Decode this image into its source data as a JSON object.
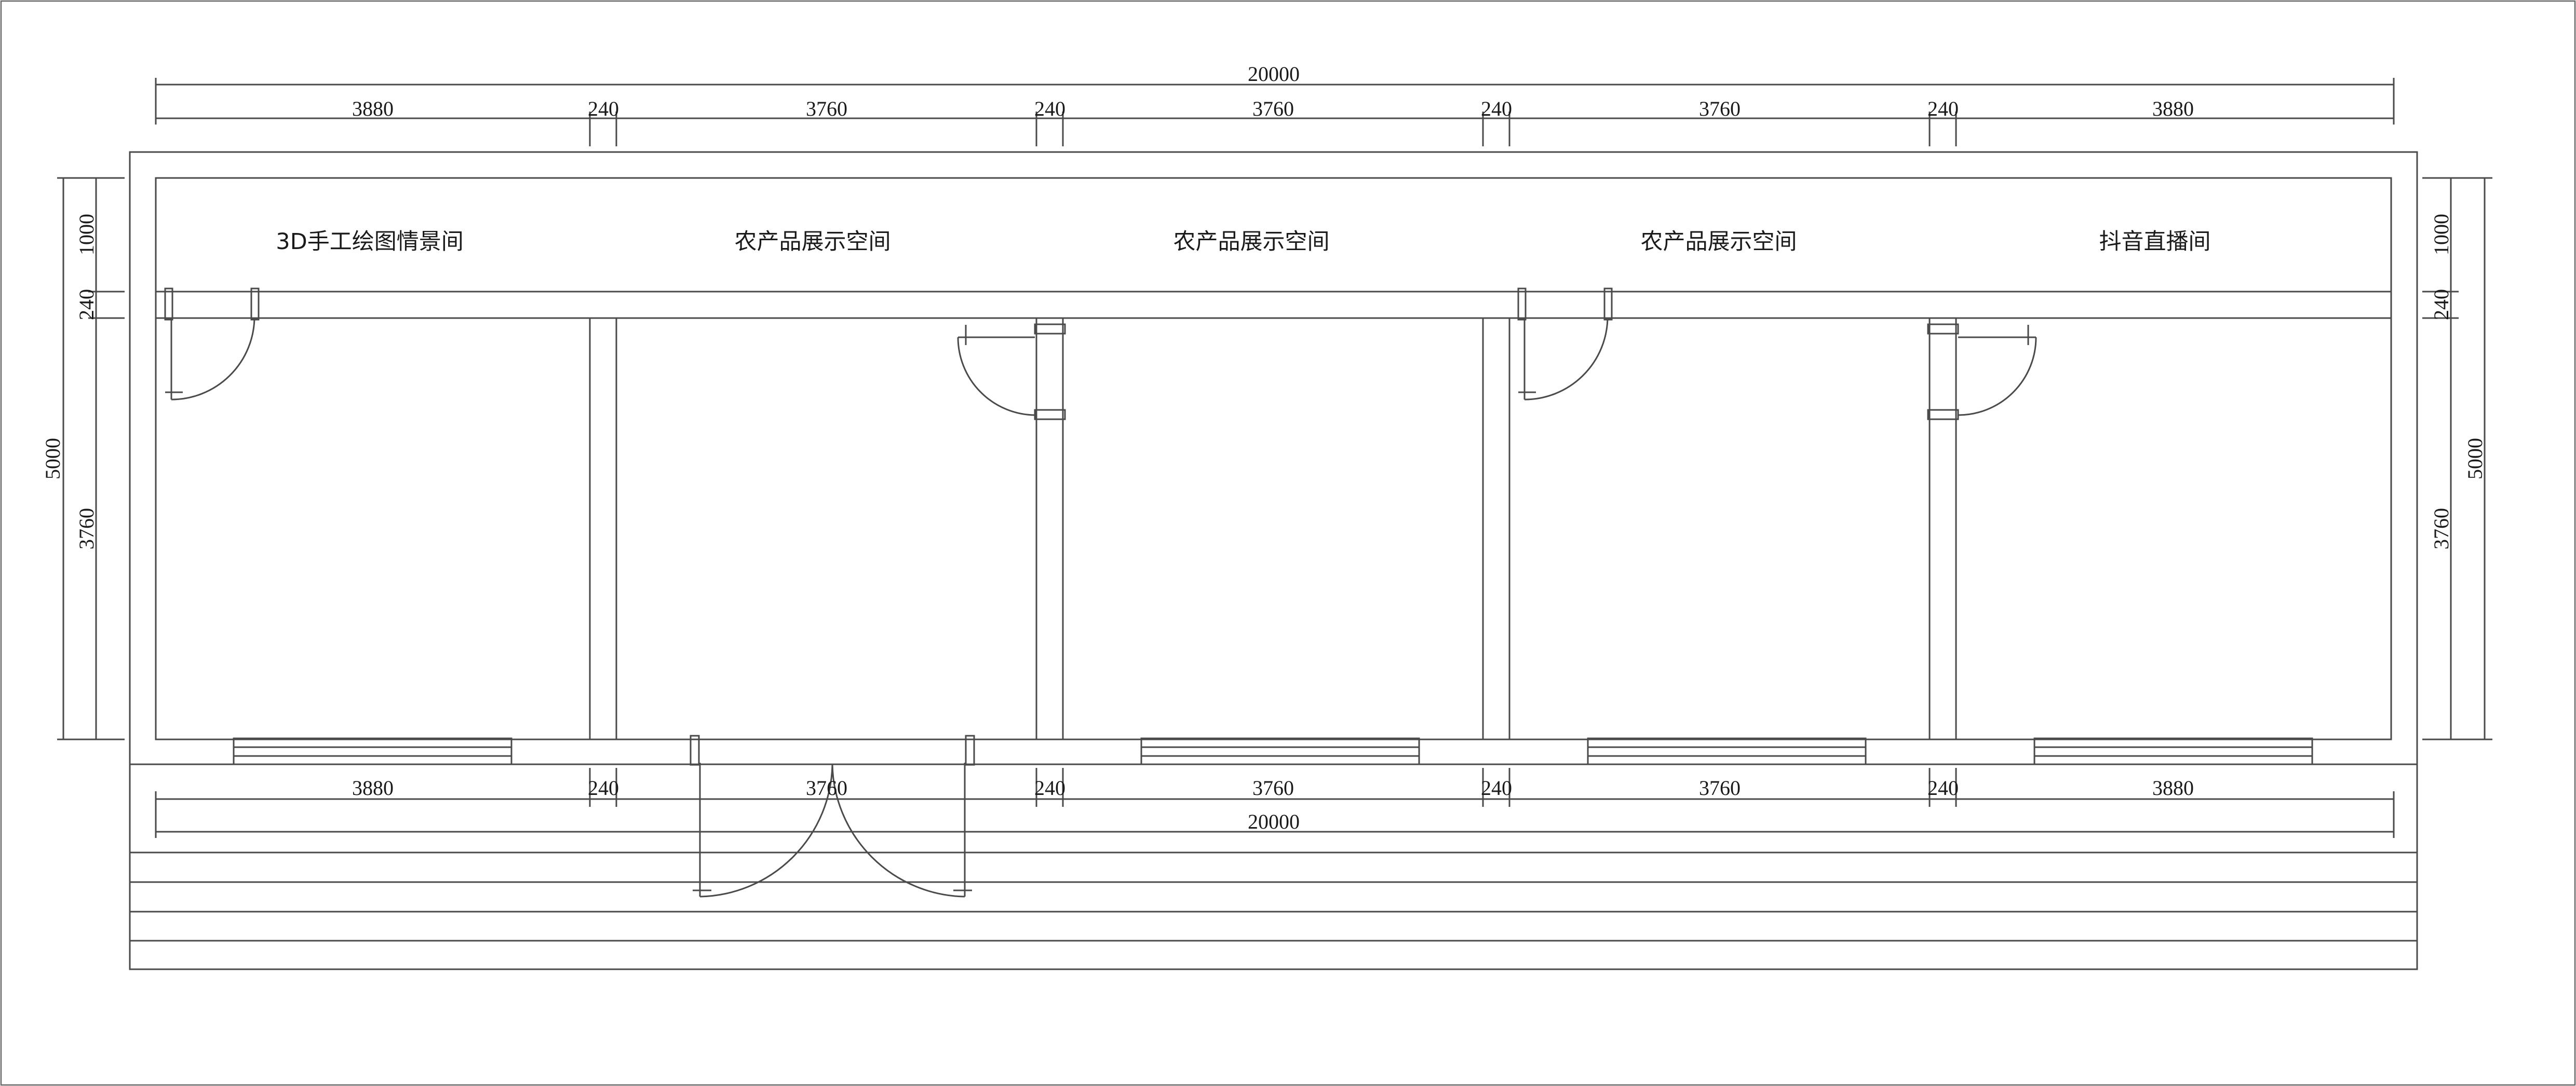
{
  "rooms": [
    {
      "name": "3D手工绘图情景间"
    },
    {
      "name": "农产品展示空间"
    },
    {
      "name": "农产品展示空间"
    },
    {
      "name": "农产品展示空间"
    },
    {
      "name": "抖音直播间"
    }
  ],
  "dimensions": {
    "overall": "20000",
    "top_segments": [
      "3880",
      "240",
      "3760",
      "240",
      "3760",
      "240",
      "3760",
      "240",
      "3880"
    ],
    "bottom_segments": [
      "3880",
      "240",
      "3760",
      "240",
      "3760",
      "240",
      "3760",
      "240",
      "3880"
    ],
    "left": {
      "total": "5000",
      "parts": [
        "1000",
        "240",
        "3760"
      ]
    },
    "right": {
      "total": "5000",
      "parts": [
        "1000",
        "240",
        "3760"
      ]
    }
  }
}
